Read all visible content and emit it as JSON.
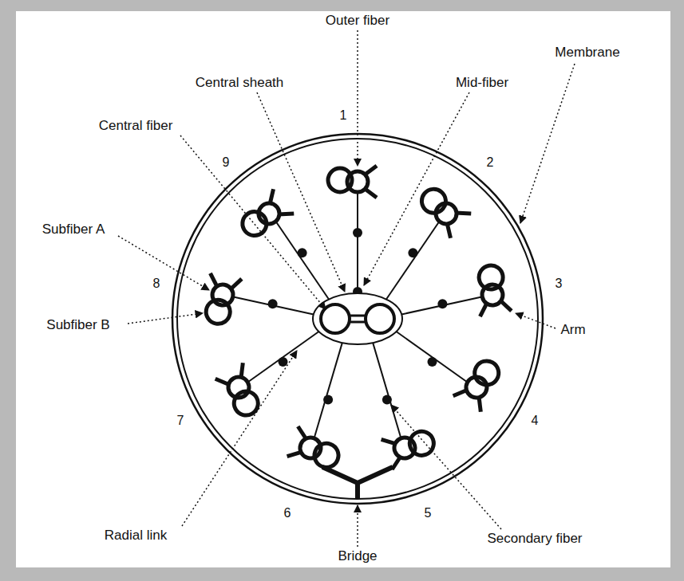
{
  "diagram": {
    "labels": [
      "Outer fiber",
      "Central sheath",
      "Mid-fiber",
      "Central fiber",
      "Membrane",
      "1",
      "2",
      "3",
      "4",
      "5",
      "6",
      "7",
      "8",
      "9",
      "Subfiber A",
      "Subfiber B",
      "Arm",
      "Radial link",
      "Secondary fiber",
      "Bridge"
    ]
  }
}
